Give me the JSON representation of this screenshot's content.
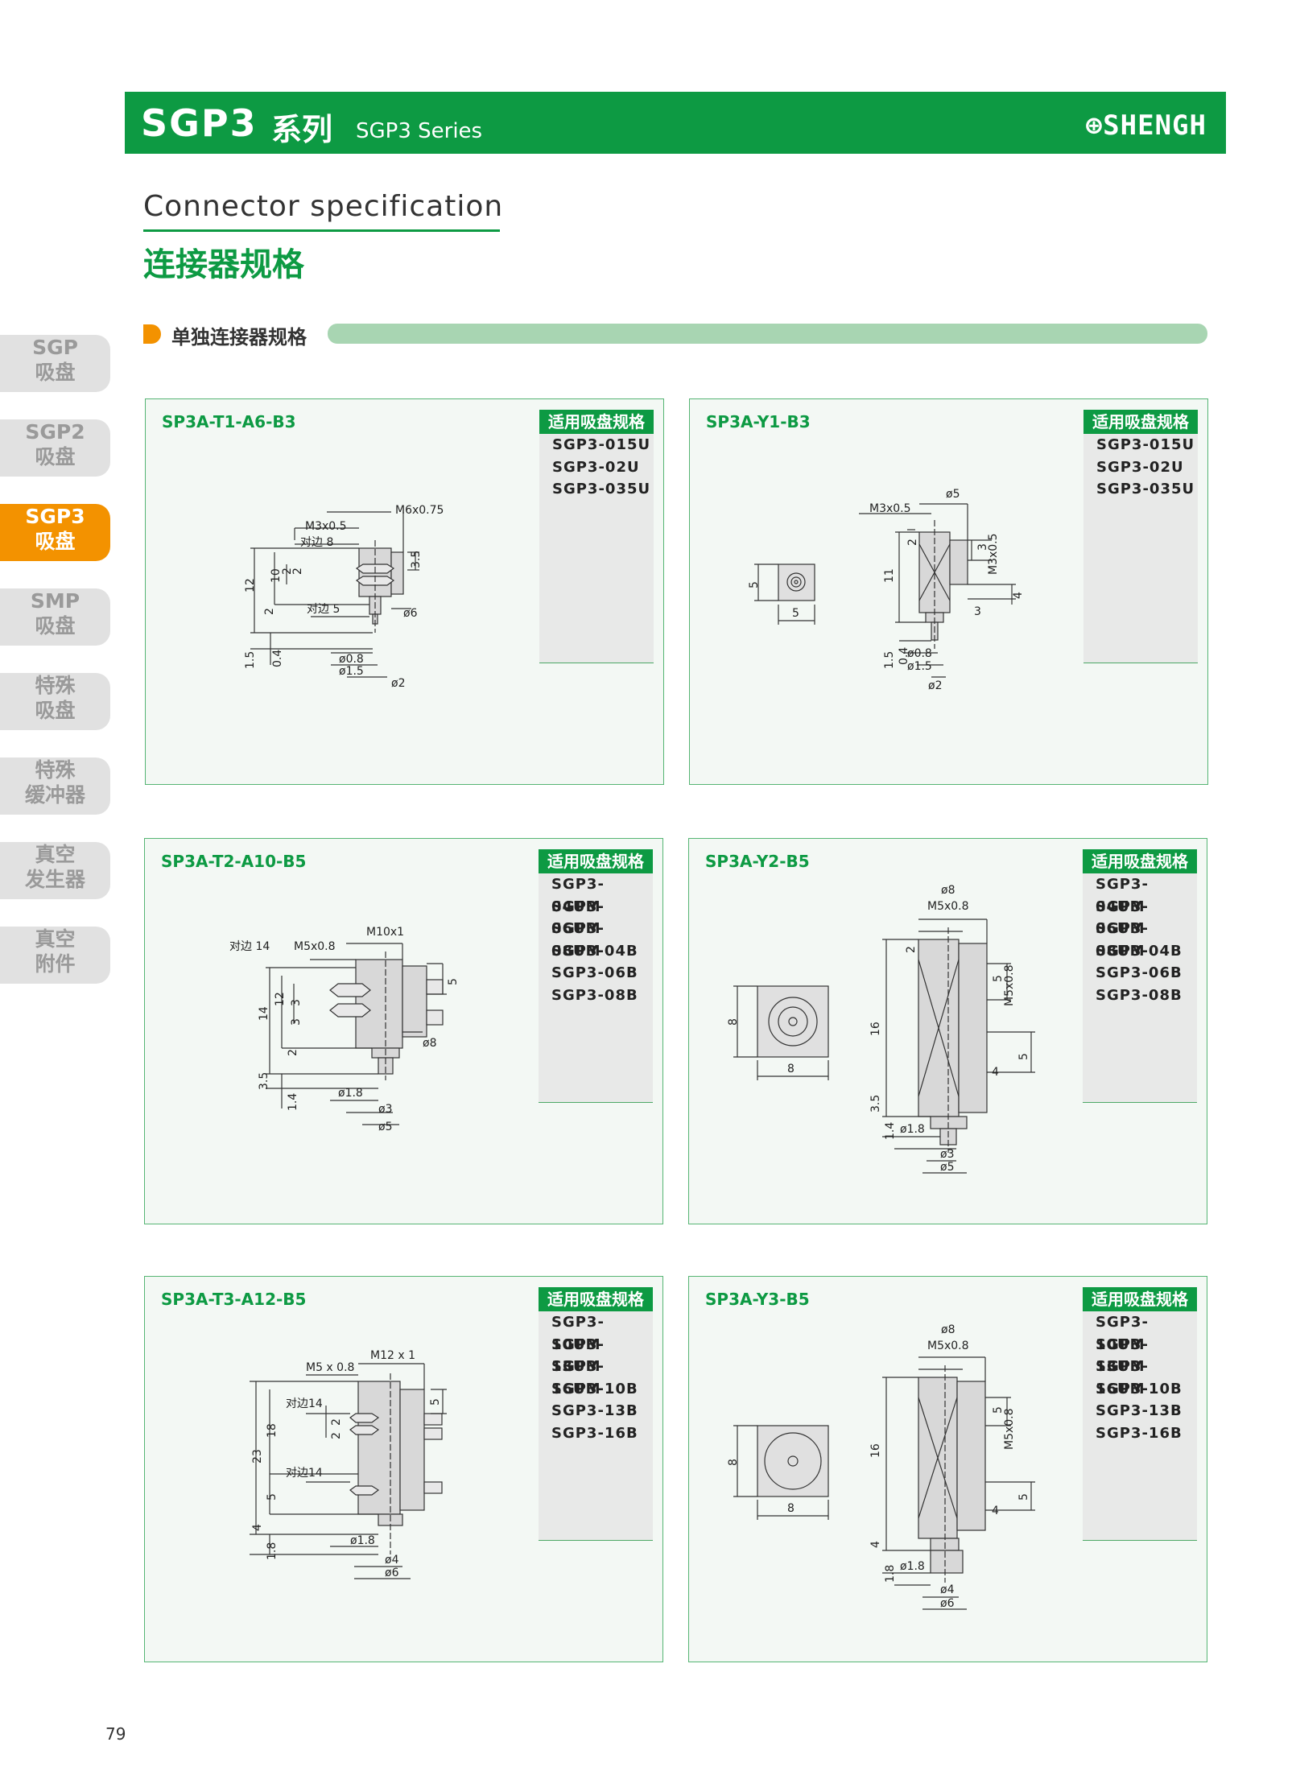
{
  "header": {
    "series_code": "SGP3",
    "series_cn": "系列",
    "series_en": "SGP3 Series",
    "brand": "⊕SHENGH"
  },
  "section": {
    "title_en": "Connector specification",
    "title_cn": "连接器规格"
  },
  "subsection": {
    "title": "单独连接器规格"
  },
  "sidebar": [
    {
      "line1": "SGP",
      "line2": "吸盘",
      "active": false
    },
    {
      "line1": "SGP2",
      "line2": "吸盘",
      "active": false
    },
    {
      "line1": "SGP3",
      "line2": "吸盘",
      "active": true
    },
    {
      "line1": "SMP",
      "line2": "吸盘",
      "active": false
    },
    {
      "line1": "特殊",
      "line2": "吸盘",
      "active": false
    },
    {
      "line1": "特殊",
      "line2": "缓冲器",
      "active": false
    },
    {
      "line1": "真空",
      "line2": "发生器",
      "active": false
    },
    {
      "line1": "真空",
      "line2": "附件",
      "active": false
    }
  ],
  "spec_header": "适用吸盘规格",
  "panels": [
    {
      "code": "SP3A-T1-A6-B3",
      "specs": [
        "SGP3-015U",
        "SGP3-02U",
        "SGP3-035U"
      ],
      "dims": {
        "thread1": "M3x0.5",
        "thread2": "M6x0.75",
        "across1": "对边 8",
        "across2": "对边 5",
        "d1": "ø6",
        "d2": "ø0.8",
        "d3": "ø1.5",
        "d4": "ø2",
        "h1": "12",
        "h2": "10",
        "h3": "2",
        "h4": "2",
        "h5": "2",
        "h6": "3.5",
        "h7": "1.5",
        "h8": "0.4"
      }
    },
    {
      "code": "SP3A-Y1-B3",
      "specs": [
        "SGP3-015U",
        "SGP3-02U",
        "SGP3-035U"
      ],
      "dims": {
        "sq1": "5",
        "sq2": "5",
        "thread1": "M3x0.5",
        "thread2": "M3x0.5",
        "d1": "ø5",
        "d2": "ø0.8",
        "d3": "ø1.5",
        "d4": "ø2",
        "h1": "11",
        "h2": "2",
        "h3": "3",
        "h4": "3",
        "h5": "4",
        "h6": "1.5",
        "h7": "0.4"
      }
    },
    {
      "code": "SP3A-T2-A10-B5",
      "specs": [
        "SGP3-04UM",
        "SGP3-06UM",
        "SGP3-08UM",
        "SGP3-04B",
        "SGP3-06B",
        "SGP3-08B"
      ],
      "dims": {
        "across1": "对边 14",
        "thread1": "M5x0.8",
        "thread2": "M10x1",
        "d1": "ø8",
        "d2": "ø1.8",
        "d3": "ø3",
        "d4": "ø5",
        "h1": "14",
        "h2": "12",
        "h3": "3",
        "h4": "3",
        "h5": "2",
        "h6": "5",
        "h7": "3.5",
        "h8": "1.4"
      }
    },
    {
      "code": "SP3A-Y2-B5",
      "specs": [
        "SGP3-04UM",
        "SGP3-06UM",
        "SGP3-08UM",
        "SGP3-04B",
        "SGP3-06B",
        "SGP3-08B"
      ],
      "dims": {
        "sq1": "8",
        "sq2": "8",
        "d0": "ø8",
        "thread1": "M5x0.8",
        "thread2": "M5x0.8",
        "d2": "ø1.8",
        "d3": "ø3",
        "d4": "ø5",
        "h1": "16",
        "h2": "2",
        "h3": "5",
        "h4": "4",
        "h5": "5",
        "h6": "3.5",
        "h7": "1.4"
      }
    },
    {
      "code": "SP3A-T3-A12-B5",
      "specs": [
        "SGP3-10UM",
        "SGP3-13UM",
        "SGP3-16UM",
        "SGP3-10B",
        "SGP3-13B",
        "SGP3-16B"
      ],
      "dims": {
        "thread1": "M5 x 0.8",
        "thread2": "M12 x 1",
        "across1": "对边14",
        "across2": "对边14",
        "d2": "ø1.8",
        "d3": "ø4",
        "d4": "ø6",
        "h1": "23",
        "h2": "18",
        "h3": "2",
        "h4": "2",
        "h5": "5",
        "h6": "5",
        "h7": "4",
        "h8": "1.8"
      }
    },
    {
      "code": "SP3A-Y3-B5",
      "specs": [
        "SGP3-10UM",
        "SGP3-13UM",
        "SGP3-16UM",
        "SGP3-10B",
        "SGP3-13B",
        "SGP3-16B"
      ],
      "dims": {
        "sq1": "8",
        "sq2": "8",
        "d0": "ø8",
        "thread1": "M5x0.8",
        "thread2": "M5x0.8",
        "d2": "ø1.8",
        "d3": "ø4",
        "d4": "ø6",
        "h1": "16",
        "h2": "5",
        "h3": "4",
        "h4": "5",
        "h5": "4",
        "h6": "1.8"
      }
    }
  ],
  "page_number": "79"
}
